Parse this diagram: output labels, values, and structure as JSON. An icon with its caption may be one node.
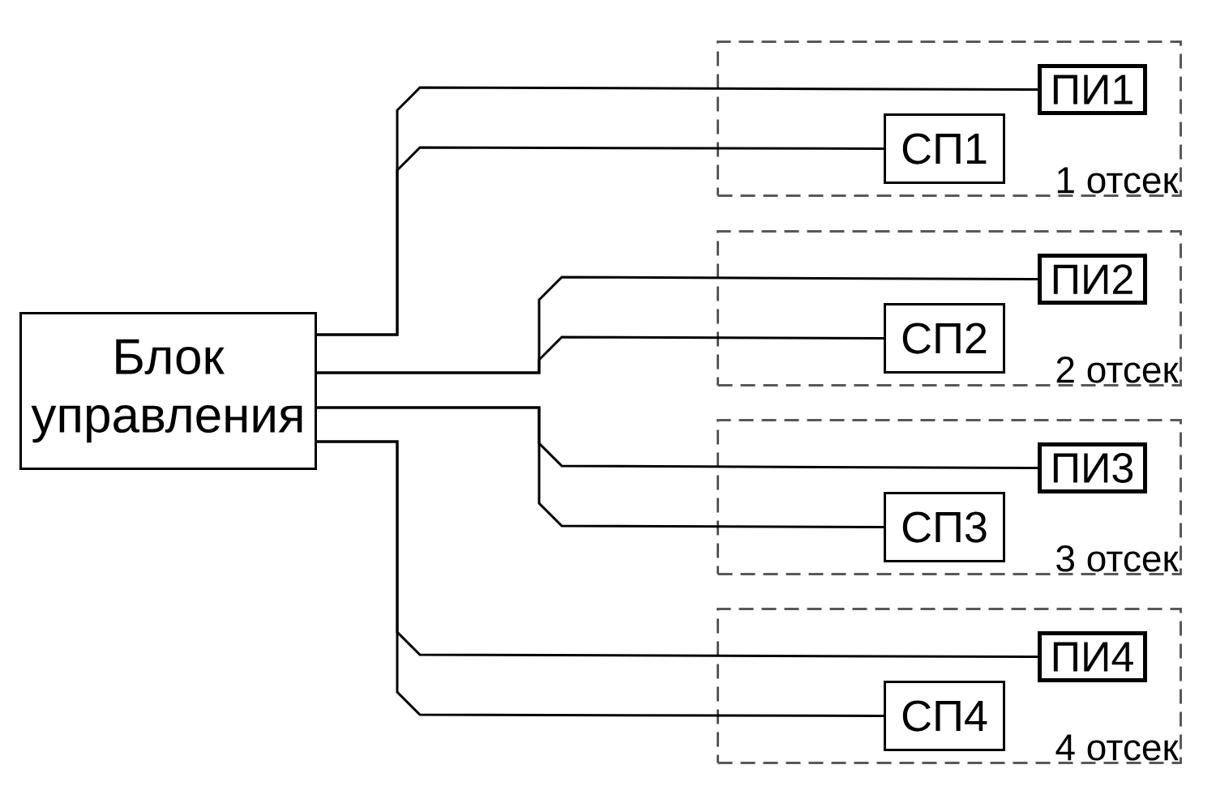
{
  "diagram": {
    "nodes": [
      {
        "text": [
          "Блок управления"
        ]
      },
      {
        "text": [
          "1 отсек"
        ]
      },
      {
        "text": [
          "ПИ1"
        ],
        "in": 1
      },
      {
        "text": [
          "СП1"
        ],
        "in": 1
      },
      {
        "text": [
          "2 отсек"
        ]
      },
      {
        "text": [
          "ПИ2"
        ],
        "in": 4
      },
      {
        "text": [
          "СП2"
        ],
        "in": 4
      },
      {
        "text": [
          "3 отсек"
        ]
      },
      {
        "text": [
          "ПИ3"
        ],
        "in": 7
      },
      {
        "text": [
          "СП3"
        ],
        "in": 7
      },
      {
        "text": [
          "4 отсек"
        ]
      },
      {
        "text": [
          "ПИ4"
        ],
        "in": 10
      },
      {
        "text": [
          "СП4"
        ],
        "in": 10
      }
    ],
    "edges": [
      {
        "from": 0,
        "to": 2,
        "arrow": "none"
      },
      {
        "from": 0,
        "to": 3,
        "arrow": "none"
      },
      {
        "from": 0,
        "to": 5,
        "arrow": "none"
      },
      {
        "from": 0,
        "to": 6,
        "arrow": "none"
      },
      {
        "from": 0,
        "to": 8,
        "arrow": "none"
      },
      {
        "from": 0,
        "to": 9,
        "arrow": "none"
      },
      {
        "from": 0,
        "to": 11,
        "arrow": "none"
      },
      {
        "from": 0,
        "to": 12,
        "arrow": "none"
      }
    ]
  }
}
